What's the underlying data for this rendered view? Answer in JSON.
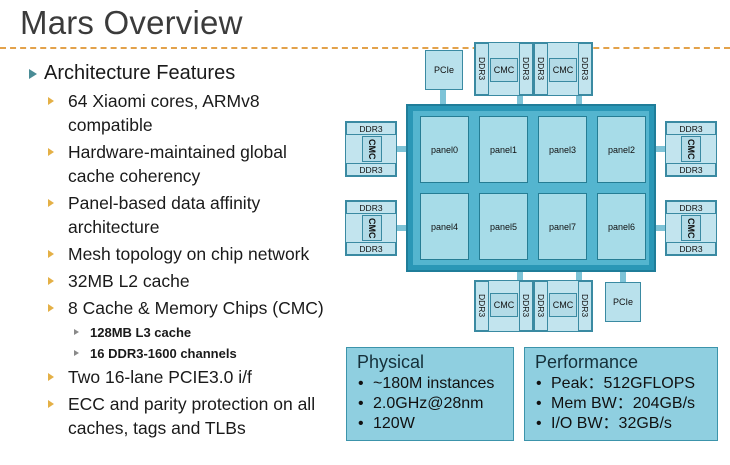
{
  "slide": {
    "title": "Mars Overview"
  },
  "bullets": {
    "heading": "Architecture Features",
    "items": [
      "64 Xiaomi cores, ARMv8 compatible",
      "Hardware-maintained global cache coherency",
      "Panel-based data affinity architecture",
      "Mesh topology on chip network",
      "32MB L2 cache",
      "8 Cache & Memory Chips (CMC)",
      "Two 16-lane PCIE3.0 i/f",
      "ECC and parity protection on all caches, tags and TLBs"
    ],
    "subitems": [
      "128MB L3 cache",
      "16 DDR3-1600 channels"
    ]
  },
  "diagram": {
    "panels": [
      "panel0",
      "panel1",
      "panel3",
      "panel2",
      "panel4",
      "panel5",
      "panel7",
      "panel6"
    ],
    "pcie_label": "PCIe",
    "cmc_label": "CMC",
    "ddr_label": "DDR3"
  },
  "physical": {
    "title": "Physical",
    "rows": [
      "~180M instances",
      "2.0GHz@28nm",
      "120W"
    ]
  },
  "performance": {
    "title": "Performance",
    "rows": [
      "Peak：512GFLOPS",
      "Mem BW：204GB/s",
      "I/O BW：32GB/s"
    ]
  }
}
